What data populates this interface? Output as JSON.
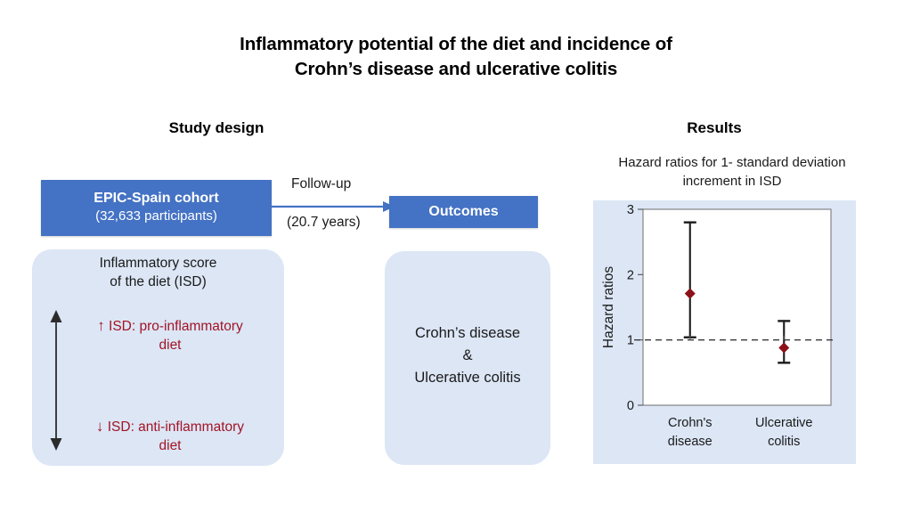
{
  "title": "Inflammatory potential of the diet and incidence of\nCrohn’s disease and ulcerative colitis",
  "title_line1": "Inflammatory potential of the diet and incidence of",
  "title_line2": "Crohn’s disease and ulcerative colitis",
  "sections": {
    "study_design": "Study design",
    "results": "Results"
  },
  "study_design": {
    "cohort": {
      "name": "EPIC-Spain cohort",
      "participants": "(32,633 participants)"
    },
    "followup": {
      "label": "Follow-up",
      "duration": "(20.7 years)"
    },
    "outcomes_box": "Outcomes",
    "isd_panel": {
      "heading_line1": "Inflammatory score",
      "heading_line2": "of the diet (ISD)",
      "pro": {
        "glyph": "↑",
        "text": "ISD: pro-inflammatory diet",
        "text_line1": "ISD: pro-inflammatory",
        "text_line2": "diet"
      },
      "anti": {
        "glyph": "↓",
        "text": "ISD: anti-inflammatory diet",
        "text_line1": "ISD: anti-inflammatory",
        "text_line2": "diet"
      }
    },
    "outcome_panel": {
      "line1": "Crohn’s disease",
      "line2": "&",
      "line3": "Ulcerative colitis"
    }
  },
  "results": {
    "caption_line1": "Hazard ratios for 1- standard deviation",
    "caption_line2": "increment in ISD"
  },
  "chart_data": {
    "type": "scatter",
    "title": "Hazard ratios for 1- standard deviation increment in ISD",
    "xlabel": "",
    "ylabel": "Hazard ratios",
    "ylim": [
      0,
      3
    ],
    "yticks": [
      0,
      1,
      2,
      3
    ],
    "ytick_labels": [
      "0",
      "1",
      "2",
      "3"
    ],
    "grid": false,
    "reference_line": 1,
    "reference_line_style": "dashed",
    "legend": "none",
    "categories": [
      "Crohn's disease",
      "Ulcerative colitis"
    ],
    "category_labels": [
      {
        "line1": "Crohn's",
        "line2": "disease"
      },
      {
        "line1": "Ulcerative",
        "line2": "colitis"
      }
    ],
    "series": [
      {
        "name": "Hazard ratio",
        "marker": "diamond",
        "marker_color": "#8C1018",
        "error_bar_color": "#1a1a1a",
        "points": [
          {
            "category": "Crohn's disease",
            "value": 1.71,
            "ci_low": 1.04,
            "ci_high": 2.8
          },
          {
            "category": "Ulcerative colitis",
            "value": 0.88,
            "ci_low": 0.65,
            "ci_high": 1.29
          }
        ],
        "values": [
          1.71,
          0.88
        ],
        "ci_low": [
          1.04,
          0.65
        ],
        "ci_high": [
          2.8,
          1.29
        ]
      }
    ]
  },
  "colors": {
    "brand_blue": "#4472C4",
    "soft_blue": "#DCE6F5",
    "accent_red": "#A11425",
    "marker_red": "#8C1018",
    "text": "#1a1a1a"
  }
}
